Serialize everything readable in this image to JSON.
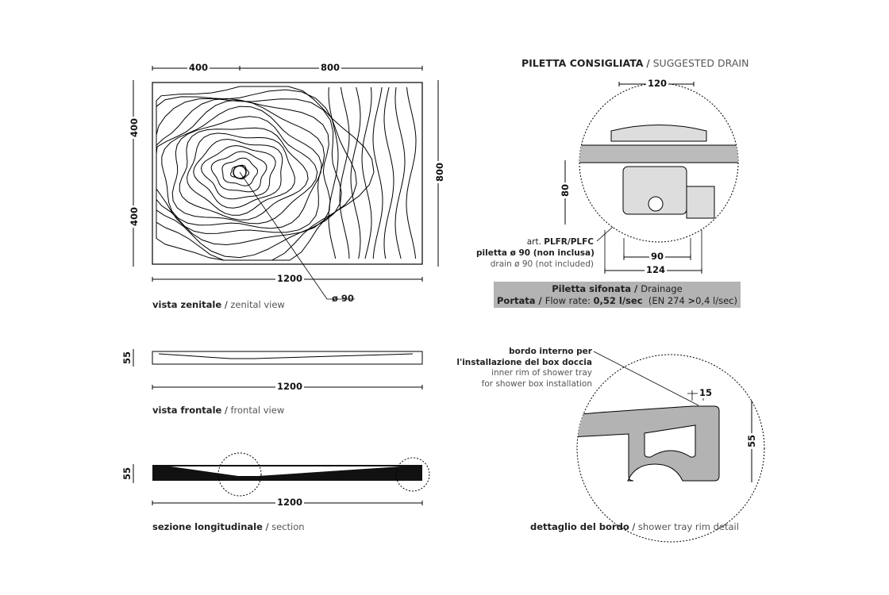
{
  "zenital": {
    "dim_top_left": "400",
    "dim_top_right": "800",
    "dim_left_top": "400",
    "dim_left_bottom": "400",
    "dim_right": "800",
    "dim_bottom": "1200",
    "drain_dim": "ø 90",
    "label_it": "vista zenitale",
    "label_sep": " / ",
    "label_en": "zenital view"
  },
  "frontal": {
    "dim_height": "55",
    "dim_width": "1200",
    "label_it": "vista frontale",
    "label_sep": " / ",
    "label_en": "frontal view"
  },
  "section": {
    "dim_height": "55",
    "dim_width": "1200",
    "label_it": "sezione longitudinale",
    "label_sep": " / ",
    "label_en": "section"
  },
  "drain": {
    "title_it": "PILETTA CONSIGLIATA",
    "title_sep": " / ",
    "title_en": "SUGGESTED DRAIN",
    "dim_top": "120",
    "dim_height": "80",
    "dim_inner": "90",
    "dim_outer": "124",
    "art_prefix": "art. ",
    "art_code": "PLFR/PLFC",
    "note_it": "piletta ø 90 (non inclusa)",
    "note_en": "drain ø 90 (not included)",
    "box_line1_it": "Piletta sifonata / ",
    "box_line1_en": "Drainage",
    "box_line2_it": "Portata / ",
    "box_line2_en": "Flow rate: ",
    "box_rate": "0,52 l/sec",
    "box_norm": "(EN 274 ",
    "box_gt": ">",
    "box_norm_val": "0,4 l/sec)"
  },
  "rim": {
    "note_it_1": "bordo interno per",
    "note_it_2": "l'installazione del box doccia",
    "note_en_1": "inner rim of shower tray",
    "note_en_2": "for shower box installation",
    "dim_width": "15",
    "dim_height": "55",
    "label_it": "dettaglio del bordo",
    "label_sep": " / ",
    "label_en": "shower tray rim detail"
  },
  "colors": {
    "profile": "#b3b3b3",
    "section": "#111111"
  }
}
